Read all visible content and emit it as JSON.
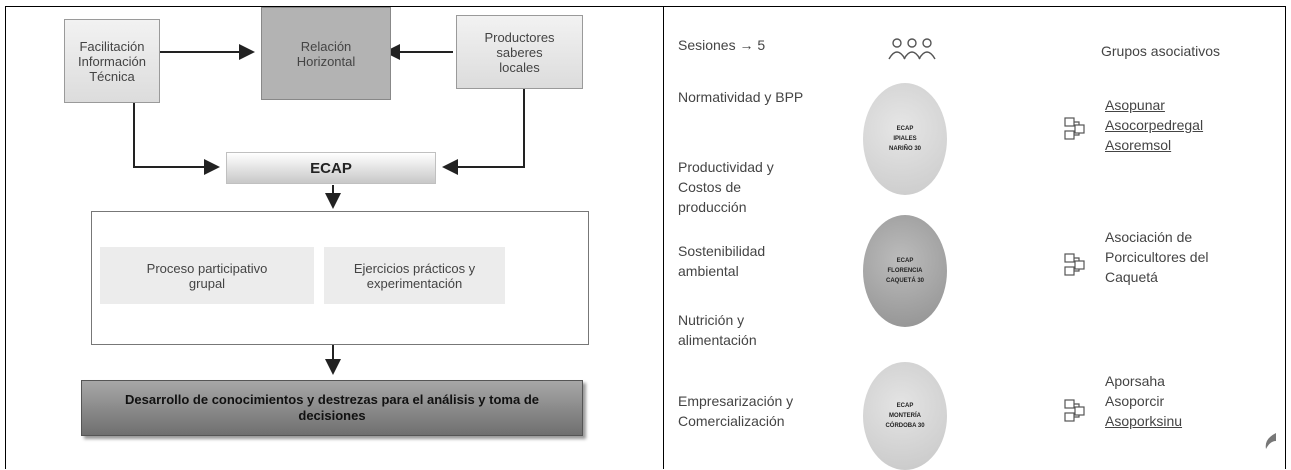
{
  "diagram": {
    "facilitation": "Facilitación Información Técnica",
    "relation": "Relación Horizontal",
    "producers": "Productores saberes locales",
    "ecap": "ECAP",
    "process": "Proceso participativo grupal",
    "exercises": "Ejercicios prácticos y experimentación",
    "result": "Desarrollo de conocimientos y destrezas para el análisis y toma de decisiones"
  },
  "right": {
    "sessions": "Sesiones → 5",
    "groups_header": "Grupos asociativos",
    "topics": [
      "Normatividad y BPP",
      "Productividad y Costos de producción",
      "Sostenibilidad ambiental",
      "Nutrición y alimentación",
      "Empresarización y Comercialización"
    ],
    "circles": [
      "ECAP IPIALES NARIÑO 30",
      "ECAP FLORENCIA CAQUETÁ 30",
      "ECAP MONTERÍA CÓRDOBA 30"
    ],
    "groups": [
      [
        "Asopunar",
        "Asocorpedregal",
        "Asoremsol"
      ],
      [
        "Asociación de",
        "Porcicultores del",
        "Caquetá"
      ],
      [
        "Aporsaha",
        "Asoporcir",
        "Asoporksinu"
      ]
    ],
    "icons": [
      "people-icon",
      "group-icon",
      "page-curl-icon"
    ]
  }
}
